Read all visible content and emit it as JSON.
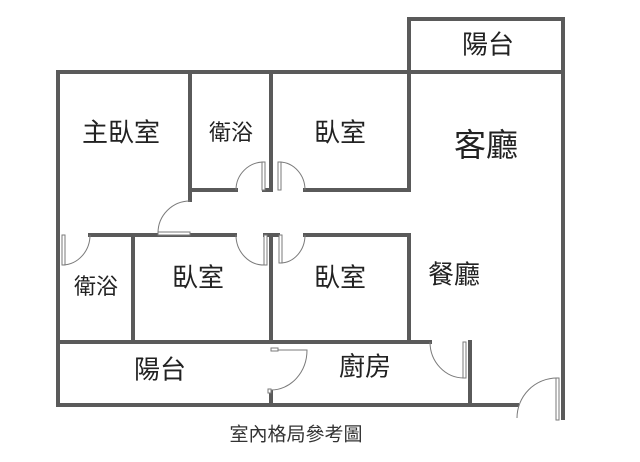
{
  "title": "室內格局參考圖",
  "rooms": {
    "balcony_top": "陽台",
    "master_bedroom": "主臥室",
    "bathroom_top": "衛浴",
    "bedroom_top": "臥室",
    "living_room": "客廳",
    "bathroom_left": "衛浴",
    "bedroom_mid_left": "臥室",
    "bedroom_mid_right": "臥室",
    "dining_room": "餐廳",
    "balcony_bottom": "陽台",
    "kitchen": "廚房"
  },
  "colors": {
    "wall": "#5a5a5a",
    "door": "#7a7a7a"
  }
}
